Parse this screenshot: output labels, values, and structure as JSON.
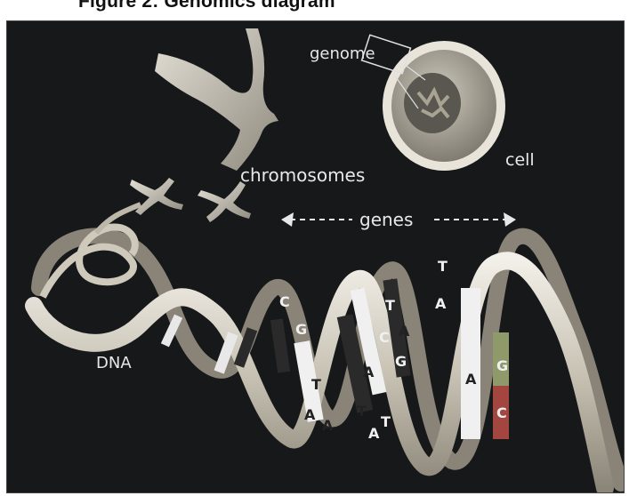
{
  "caption": "Figure 2: Genomics diagram",
  "labels": {
    "genome": "genome",
    "cell": "cell",
    "chromosomes": "chromosomes",
    "genes": "genes",
    "dna": "DNA"
  },
  "bases": [
    "C",
    "G",
    "T",
    "A",
    "A",
    "A",
    "T",
    "A",
    "T",
    "C",
    "G",
    "T",
    "A",
    "T",
    "A",
    "A",
    "G",
    "C",
    "T"
  ],
  "colors": {
    "background": "#16181a",
    "ribbon": "#d9d4c8",
    "base_light": "#f0f0f0",
    "base_dark": "#2a2a2a",
    "base_green": "#8e9a6a",
    "base_red": "#a3463f"
  }
}
